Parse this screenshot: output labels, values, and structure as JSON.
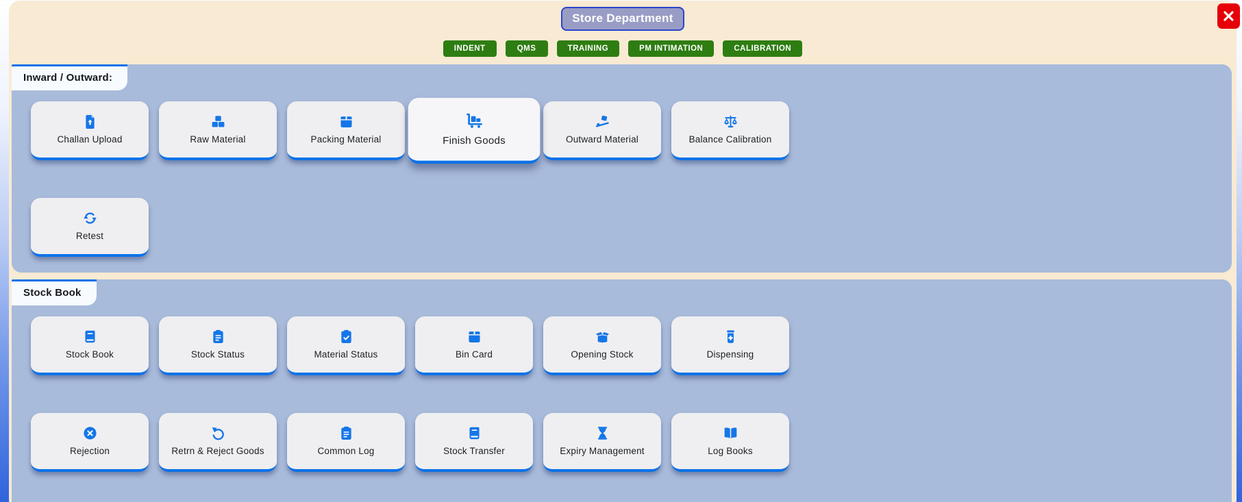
{
  "header": {
    "title": "Store Department"
  },
  "window": {
    "close_label": "✕",
    "close_icon": "close-icon"
  },
  "nav": {
    "buttons": [
      "INDENT",
      "QMS",
      "TRAINING",
      "PM INTIMATION",
      "CALIBRATION"
    ]
  },
  "sections": [
    {
      "id": "inward-outward",
      "label": "Inward / Outward:",
      "cards": [
        {
          "label": "Challan Upload",
          "icon": "file-upload-icon"
        },
        {
          "label": "Raw Material",
          "icon": "cubes-icon"
        },
        {
          "label": "Packing Material",
          "icon": "box-icon"
        },
        {
          "label": "Finish Goods",
          "icon": "cart-flatbed-icon",
          "highlighted": true
        },
        {
          "label": "Outward Material",
          "icon": "truck-ramp-icon"
        },
        {
          "label": "Balance Calibration",
          "icon": "scale-icon"
        },
        {
          "label": "Retest",
          "icon": "rotate-icon"
        }
      ]
    },
    {
      "id": "stock-book",
      "label": "Stock Book",
      "cards": [
        {
          "label": "Stock Book",
          "icon": "book-icon"
        },
        {
          "label": "Stock Status",
          "icon": "clipboard-list-icon"
        },
        {
          "label": "Material Status",
          "icon": "clipboard-check-icon"
        },
        {
          "label": "Bin Card",
          "icon": "box-icon"
        },
        {
          "label": "Opening Stock",
          "icon": "box-open-icon"
        },
        {
          "label": "Dispensing",
          "icon": "bottle-medical-icon"
        },
        {
          "label": "Rejection",
          "icon": "circle-xmark-icon"
        },
        {
          "label": "Retrn & Reject Goods",
          "icon": "rotate-left-icon"
        },
        {
          "label": "Common Log",
          "icon": "clipboard-list-icon"
        },
        {
          "label": "Stock Transfer",
          "icon": "book-icon"
        },
        {
          "label": "Expiry Management",
          "icon": "hourglass-icon"
        },
        {
          "label": "Log Books",
          "icon": "book-open-icon"
        }
      ]
    }
  ],
  "colors": {
    "accent_blue": "#0b72e8",
    "icon_blue": "#1576e8",
    "nav_green": "#2e7d12",
    "panel_cream": "#f8ead3",
    "section_periwinkle": "#a9bbdb",
    "close_red": "#e60008",
    "title_bg": "#999dc5",
    "title_border": "#2b44cf"
  }
}
